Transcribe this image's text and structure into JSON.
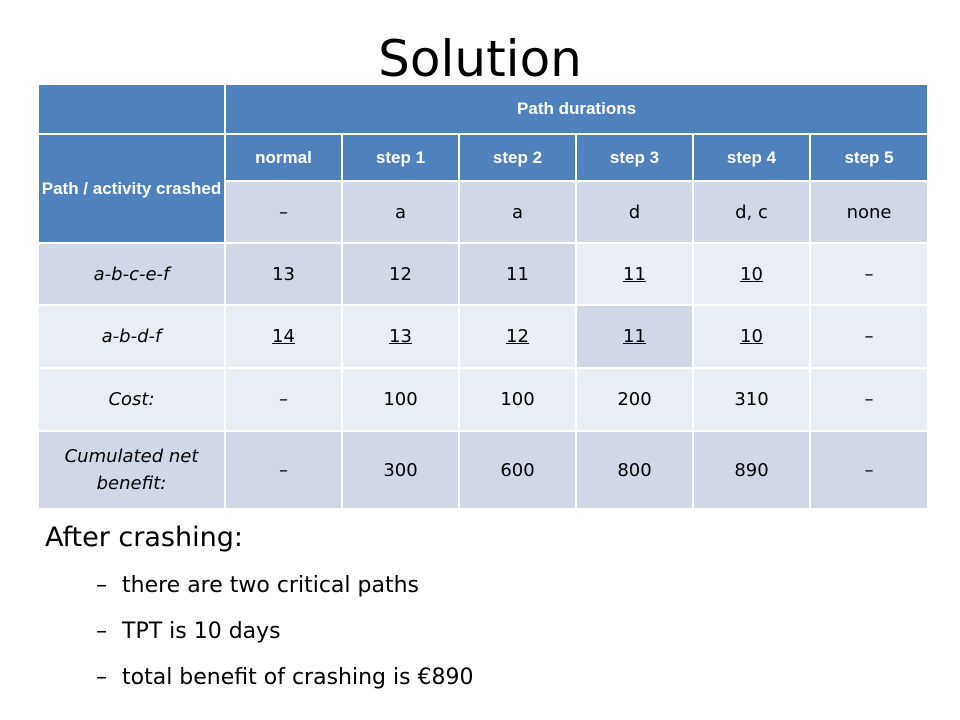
{
  "title": "Solution",
  "table": {
    "group_header": "Path durations",
    "corner_header": "Path / activity crashed",
    "columns": [
      "normal",
      "step 1",
      "step 2",
      "step 3",
      "step 4",
      "step 5"
    ],
    "crashed": [
      "–",
      "a",
      "a",
      "d",
      "d, c",
      "none"
    ],
    "rows": [
      {
        "label": "a-b-c-e-f",
        "cells": [
          "13",
          "12",
          "11",
          "11",
          "10",
          "–"
        ]
      },
      {
        "label": "a-b-d-f",
        "cells": [
          "14",
          "13",
          "12",
          "11",
          "10",
          "–"
        ]
      },
      {
        "label": "Cost:",
        "cells": [
          "–",
          "100",
          "100",
          "200",
          "310",
          "–"
        ]
      },
      {
        "label": "Cumulated net benefit:",
        "cells": [
          "–",
          "300",
          "600",
          "800",
          "890",
          "–"
        ]
      }
    ]
  },
  "after": {
    "heading": "After crashing:",
    "bullet_marker": "–",
    "bullets": [
      "there are two critical paths",
      "TPT is 10 days",
      "total benefit of crashing is €890"
    ]
  }
}
